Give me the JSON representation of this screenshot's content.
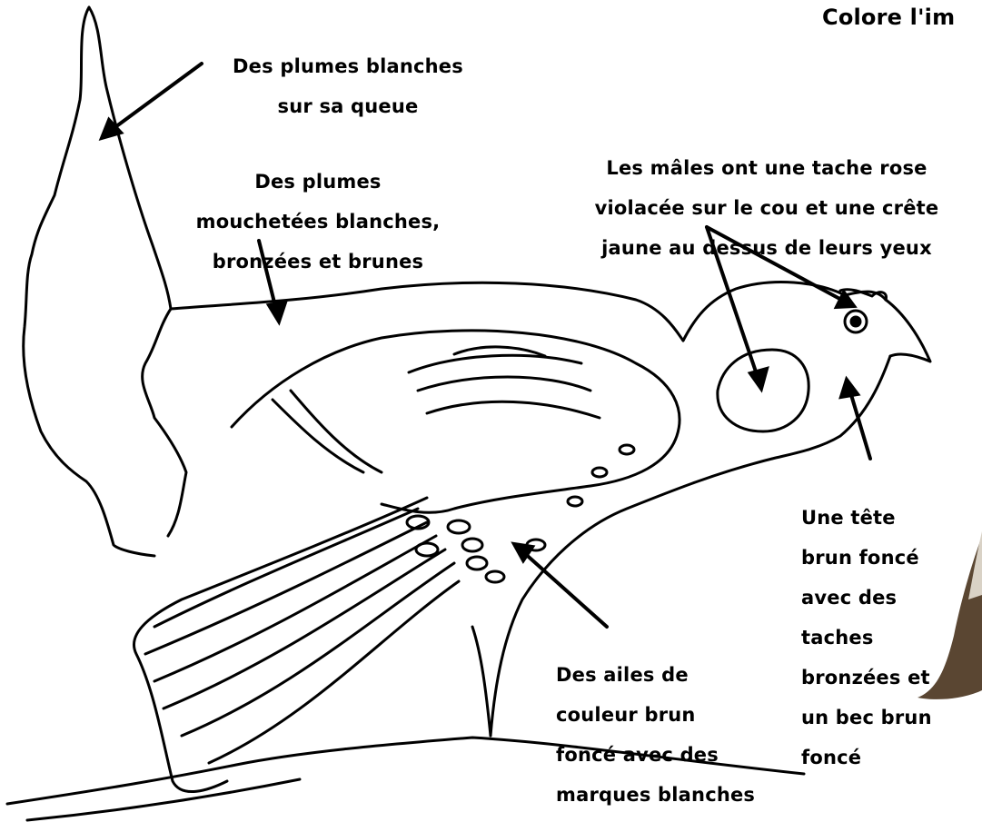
{
  "heading": "Colore l'im",
  "labels": {
    "tail": [
      "Des plumes blanches",
      "sur sa queue"
    ],
    "body_feathers": [
      "Des plumes",
      "mouchetées blanches,",
      "bronzées et brunes"
    ],
    "males": [
      "Les mâles ont une tache rose",
      "violacée sur le cou et une crête",
      "jaune au dessus de leurs yeux"
    ],
    "head": [
      "Une tête",
      "brun foncé",
      "avec des",
      "taches",
      "bronzées et",
      "un bec brun",
      "foncé"
    ],
    "wings": [
      "Des ailes de",
      "couleur brun",
      "foncé avec des",
      "marques blanches"
    ]
  },
  "colors": {
    "ink": "#000000",
    "paper": "#ffffff",
    "photo_brown": "#5a4632"
  }
}
